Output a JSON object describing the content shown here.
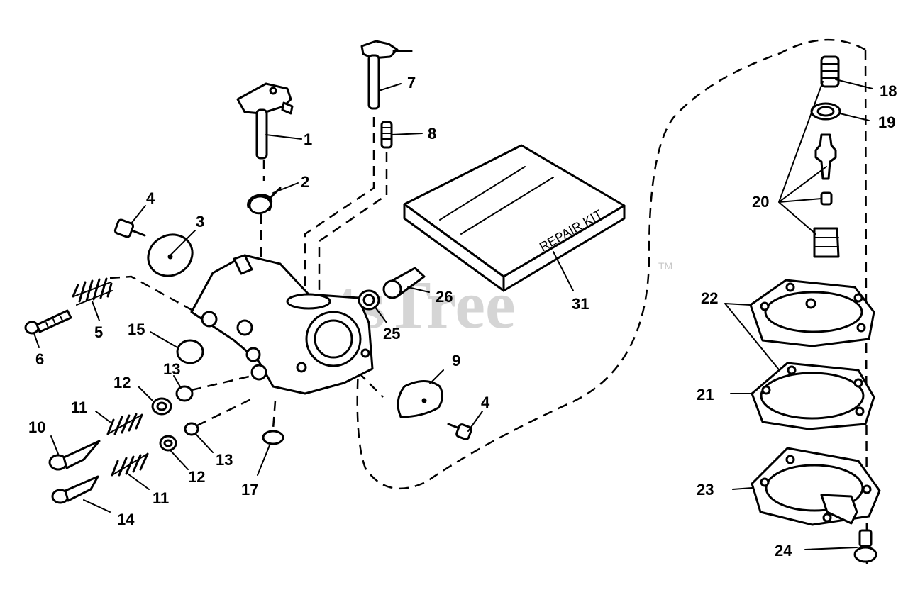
{
  "watermark": {
    "text": "PartsTree",
    "trademark": "TM"
  },
  "repair_kit": {
    "text": "REPAIR KIT"
  },
  "callouts": [
    {
      "id": "1",
      "text": "1"
    },
    {
      "id": "2",
      "text": "2"
    },
    {
      "id": "3",
      "text": "3"
    },
    {
      "id": "4a",
      "text": "4"
    },
    {
      "id": "4b",
      "text": "4"
    },
    {
      "id": "5",
      "text": "5"
    },
    {
      "id": "6",
      "text": "6"
    },
    {
      "id": "7",
      "text": "7"
    },
    {
      "id": "8",
      "text": "8"
    },
    {
      "id": "9",
      "text": "9"
    },
    {
      "id": "10",
      "text": "10"
    },
    {
      "id": "11a",
      "text": "11"
    },
    {
      "id": "11b",
      "text": "11"
    },
    {
      "id": "12a",
      "text": "12"
    },
    {
      "id": "12b",
      "text": "12"
    },
    {
      "id": "13a",
      "text": "13"
    },
    {
      "id": "13b",
      "text": "13"
    },
    {
      "id": "14",
      "text": "14"
    },
    {
      "id": "15",
      "text": "15"
    },
    {
      "id": "17",
      "text": "17"
    },
    {
      "id": "18",
      "text": "18"
    },
    {
      "id": "19",
      "text": "19"
    },
    {
      "id": "20",
      "text": "20"
    },
    {
      "id": "21",
      "text": "21"
    },
    {
      "id": "22",
      "text": "22"
    },
    {
      "id": "23",
      "text": "23"
    },
    {
      "id": "24",
      "text": "24"
    },
    {
      "id": "25",
      "text": "25"
    },
    {
      "id": "26",
      "text": "26"
    },
    {
      "id": "31",
      "text": "31"
    }
  ]
}
